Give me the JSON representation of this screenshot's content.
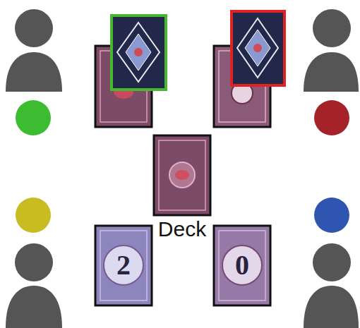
{
  "diagram": {
    "nodes": [
      {
        "text": [
          "Deck"
        ]
      },
      {
        "text": [
          "2"
        ]
      },
      {
        "text": [
          "0"
        ]
      }
    ]
  }
}
